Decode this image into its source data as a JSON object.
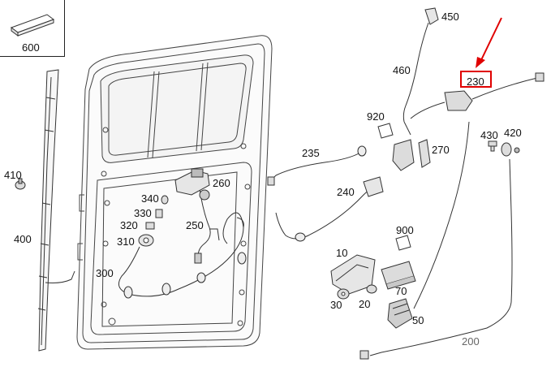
{
  "highlight_color": "#e00000",
  "callouts": {
    "p600": "600",
    "p450": "450",
    "p460": "460",
    "p230": "230",
    "p920": "920",
    "p430": "430",
    "p420": "420",
    "p270": "270",
    "p235": "235",
    "p260": "260",
    "p240": "240",
    "p410": "410",
    "p340": "340",
    "p330": "330",
    "p320": "320",
    "p250": "250",
    "p310": "310",
    "p400": "400",
    "p300": "300",
    "p900": "900",
    "p10": "10",
    "p70": "70",
    "p30": "30",
    "p20": "20",
    "p50": "50",
    "p200": "200"
  }
}
